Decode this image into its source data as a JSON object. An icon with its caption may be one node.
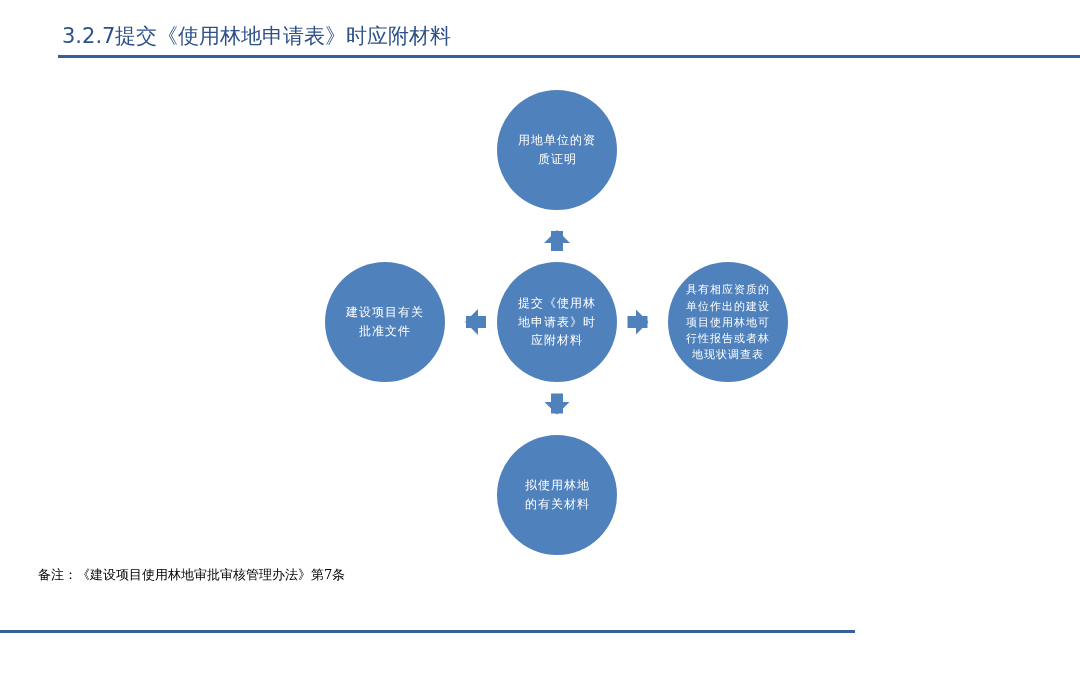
{
  "diagram": {
    "title": "3.2.7提交《使用林地申请表》时应附材料",
    "nodes": [
      {
        "text": [
          "用地单位的资质证明"
        ]
      },
      {
        "text": [
          "建设项目有关批准文件"
        ]
      },
      {
        "text": [
          "提交《使用林地申请表》时应附材料"
        ]
      },
      {
        "text": [
          "具有相应资质的单位作出的建设项目使用林地可行性报告或者林地现状调查表"
        ]
      },
      {
        "text": [
          "拟使用林地的有关材料"
        ]
      }
    ],
    "edges": [
      {
        "from": 2,
        "to": 0,
        "arrow": "to"
      },
      {
        "from": 2,
        "to": 1,
        "arrow": "to"
      },
      {
        "from": 2,
        "to": 3,
        "arrow": "to"
      },
      {
        "from": 2,
        "to": 4,
        "arrow": "to"
      }
    ],
    "labels": [
      "备注：《建设项目使用林地审批审核管理办法》第7条"
    ]
  }
}
